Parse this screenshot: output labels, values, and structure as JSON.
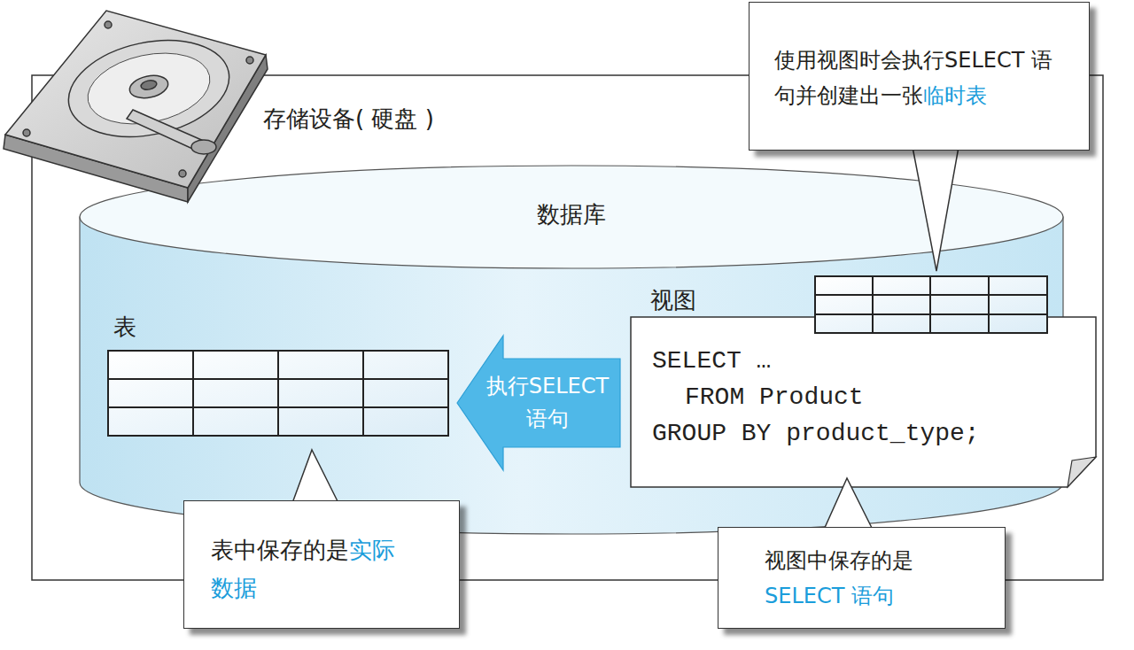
{
  "diagram": {
    "nodes": [
      {
        "text": [
          "存储设备( 硬盘 )"
        ]
      },
      {
        "text": [
          "数据库"
        ],
        "in": 0
      },
      {
        "text": [
          "表"
        ],
        "in": 1
      },
      {
        "text": [
          "视图",
          "SELECT …",
          "FROM Product",
          "GROUP BY product_type;"
        ],
        "in": 1
      },
      {
        "text": [
          "使用视图时会执行SELECT 语句并创建出一张",
          "临时表"
        ]
      },
      {
        "text": [
          "表中保存的是",
          "实际数据"
        ]
      },
      {
        "text": [
          "视图中保存的是",
          "SELECT 语句"
        ]
      }
    ],
    "edges": [
      {
        "from": 3,
        "to": 2,
        "arrow": "to",
        "label": "执行SELECT 语句"
      }
    ]
  }
}
